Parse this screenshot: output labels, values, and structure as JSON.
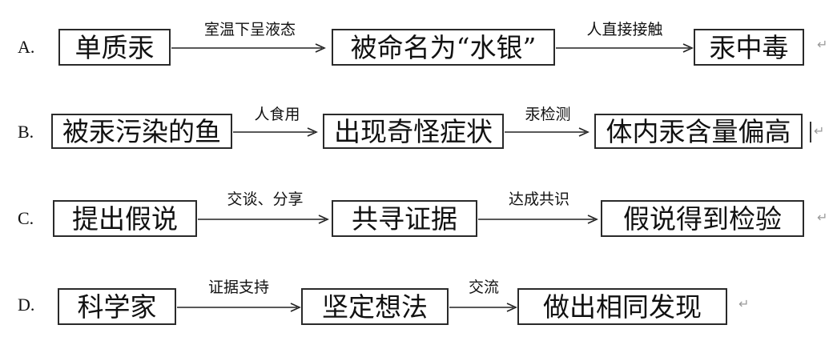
{
  "rows": [
    {
      "label": "A.",
      "nodes": [
        "单质汞",
        "被命名为“水银”",
        "汞中毒"
      ],
      "edges": [
        "室温下呈液态",
        "人直接接触"
      ]
    },
    {
      "label": "B.",
      "nodes": [
        "被汞污染的鱼",
        "出现奇怪症状",
        "体内汞含量偏高"
      ],
      "edges": [
        "人食用",
        "汞检测"
      ]
    },
    {
      "label": "C.",
      "nodes": [
        "提出假说",
        "共寻证据",
        "假说得到检验"
      ],
      "edges": [
        "交谈、分享",
        "达成共识"
      ]
    },
    {
      "label": "D.",
      "nodes": [
        "科学家",
        "坚定想法",
        "做出相同发现"
      ],
      "edges": [
        "证据支持",
        "交流"
      ]
    }
  ],
  "paragraph_mark": "↵"
}
